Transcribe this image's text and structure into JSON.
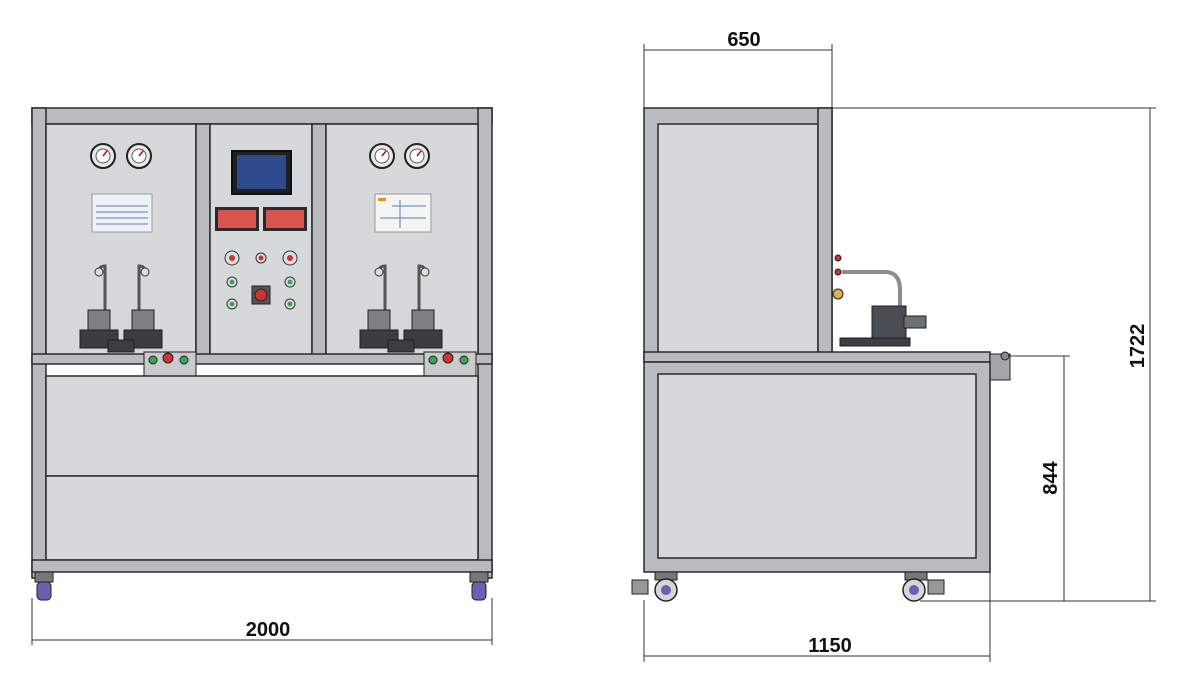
{
  "dimensions": {
    "front_width": "2000",
    "side_top_depth": "650",
    "side_total_depth": "1150",
    "total_height": "1722",
    "table_height": "844"
  },
  "colors": {
    "frame": "#b9bcbf",
    "panel": "#d6d8da",
    "display_red": "#d9534f",
    "screen_blue": "#2d4b8c",
    "indicator_green": "#3aa35b",
    "caster_purple": "#6a5fb3"
  },
  "icons": [
    "pressure-gauge-icon",
    "touch-screen-icon",
    "digital-display-icon",
    "indicator-lamp-icon",
    "emergency-stop-icon",
    "caster-wheel-icon",
    "valve-icon"
  ]
}
